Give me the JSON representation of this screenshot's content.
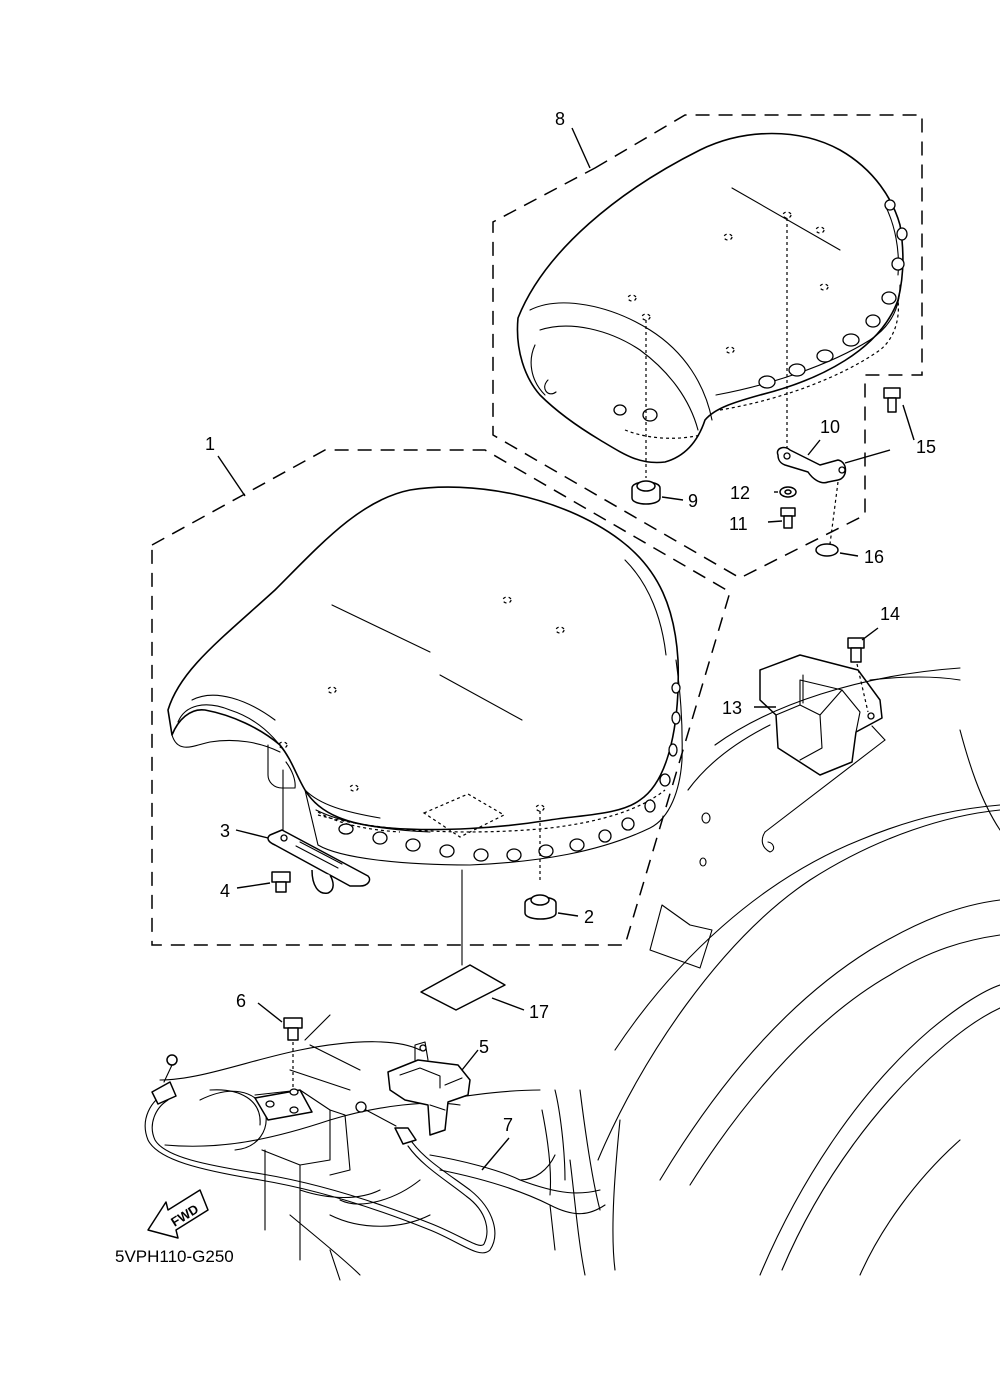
{
  "drawing_code": "5VPH110-G250",
  "fwd_label": "FWD",
  "callouts": {
    "c1": "1",
    "c2": "2",
    "c3": "3",
    "c4": "4",
    "c5": "5",
    "c6": "6",
    "c7": "7",
    "c8": "8",
    "c9": "9",
    "c10": "10",
    "c11": "11",
    "c12": "12",
    "c13": "13",
    "c14": "14",
    "c15": "15",
    "c16": "16",
    "c17": "17"
  }
}
